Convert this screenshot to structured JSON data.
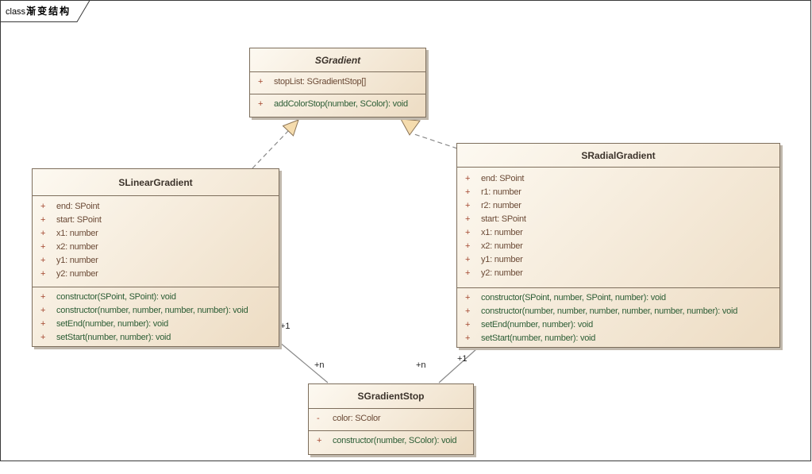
{
  "frame": {
    "keyword": "class",
    "title": "渐变结构"
  },
  "classes": [
    {
      "id": "sgradient",
      "name": "SGradient",
      "abstract": true,
      "attributes": [
        {
          "v": "+",
          "t": "stopList: SGradientStop[]"
        }
      ],
      "methods": [
        {
          "v": "+",
          "t": "addColorStop(number, SColor): void"
        }
      ]
    },
    {
      "id": "slineargradient",
      "name": "SLinearGradient",
      "abstract": false,
      "attributes": [
        {
          "v": "+",
          "t": "end: SPoint"
        },
        {
          "v": "+",
          "t": "start: SPoint"
        },
        {
          "v": "+",
          "t": "x1: number"
        },
        {
          "v": "+",
          "t": "x2: number"
        },
        {
          "v": "+",
          "t": "y1: number"
        },
        {
          "v": "+",
          "t": "y2: number"
        }
      ],
      "methods": [
        {
          "v": "+",
          "t": "constructor(SPoint, SPoint): void"
        },
        {
          "v": "+",
          "t": "constructor(number, number, number, number): void"
        },
        {
          "v": "+",
          "t": "setEnd(number, number): void"
        },
        {
          "v": "+",
          "t": "setStart(number, number): void"
        }
      ]
    },
    {
      "id": "sradialgradient",
      "name": "SRadialGradient",
      "abstract": false,
      "attributes": [
        {
          "v": "+",
          "t": "end: SPoint"
        },
        {
          "v": "+",
          "t": "r1: number"
        },
        {
          "v": "+",
          "t": "r2: number"
        },
        {
          "v": "+",
          "t": "start: SPoint"
        },
        {
          "v": "+",
          "t": "x1: number"
        },
        {
          "v": "+",
          "t": "x2: number"
        },
        {
          "v": "+",
          "t": "y1: number"
        },
        {
          "v": "+",
          "t": "y2: number"
        }
      ],
      "methods": [
        {
          "v": "+",
          "t": "constructor(SPoint, number, SPoint, number): void"
        },
        {
          "v": "+",
          "t": "constructor(number, number, number, number, number, number): void"
        },
        {
          "v": "+",
          "t": "setEnd(number, number): void"
        },
        {
          "v": "+",
          "t": "setStart(number, number): void"
        }
      ]
    },
    {
      "id": "sgradientstop",
      "name": "SGradientStop",
      "abstract": false,
      "attributes": [
        {
          "v": "-",
          "t": "color: SColor"
        }
      ],
      "methods": [
        {
          "v": "+",
          "t": "constructor(number, SColor): void"
        }
      ]
    }
  ],
  "relations": [
    {
      "id": "linear-extends-gradient",
      "type": "generalization",
      "from": "SLinearGradient",
      "to": "SGradient"
    },
    {
      "id": "radial-extends-gradient",
      "type": "generalization",
      "from": "SRadialGradient",
      "to": "SGradient"
    },
    {
      "id": "linear-has-stops",
      "type": "association",
      "from": "SLinearGradient",
      "to": "SGradientStop",
      "from_label": "+1",
      "to_label": "+n"
    },
    {
      "id": "radial-has-stops",
      "type": "association",
      "from": "SRadialGradient",
      "to": "SGradientStop",
      "from_label": "+1",
      "to_label": "+n"
    }
  ],
  "colors": {
    "box_fill_light": "#fdf9f1",
    "box_fill_dark": "#eddcc3",
    "box_border": "#7d6e5c",
    "title_text": "#3c332b",
    "attr_text": "#6b4a36",
    "method_text": "#2c5d35",
    "marker": "#a3472f",
    "connector": "#8a8a8a",
    "arrow_fill": "#f5dcae",
    "arrow_stroke": "#8a7355",
    "shadow": "#c0b8ac"
  }
}
